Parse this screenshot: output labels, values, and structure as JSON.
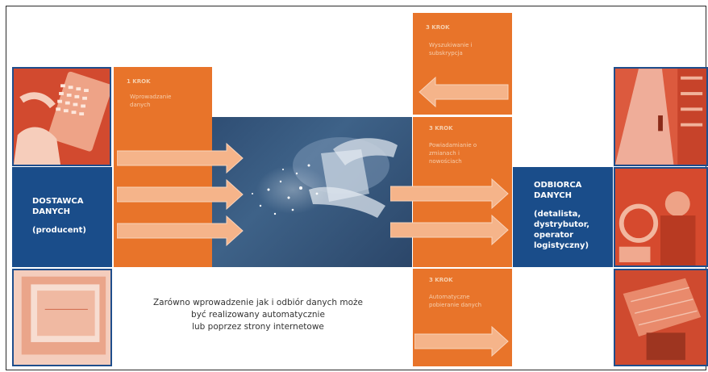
{
  "left_panel": {
    "step_label": "1 KROK",
    "title": "Wprowadzanie danych"
  },
  "supplier": {
    "title_line1": "DOSTAWCA",
    "title_line2": "DANYCH",
    "subtitle": "(producent)"
  },
  "right_panels": [
    {
      "step_label": "3 KROK",
      "title": "Wyszukiwanie i subskrypcja"
    },
    {
      "step_label": "3 KROK",
      "title": "Powiadamianie o zmianach i nowościach"
    },
    {
      "step_label": "3 KROK",
      "title": "Automatyczne pobieranie danych"
    }
  ],
  "recipient": {
    "title_line1": "ODBIORCA",
    "title_line2": "DANYCH",
    "details_line1": "(detalista,",
    "details_line2": "dystrybutor,",
    "details_line3": "operator",
    "details_line4": "logistyczny)"
  },
  "caption": {
    "line1": "Zarówno wprowadzenie jak i odbiór danych może",
    "line2": "być realizowany automatycznie",
    "line3": "lub poprzez strony internetowe"
  },
  "colors": {
    "orange": "#e8742a",
    "blue": "#1a4d8a",
    "arrow_fill": "#f5b48a"
  }
}
